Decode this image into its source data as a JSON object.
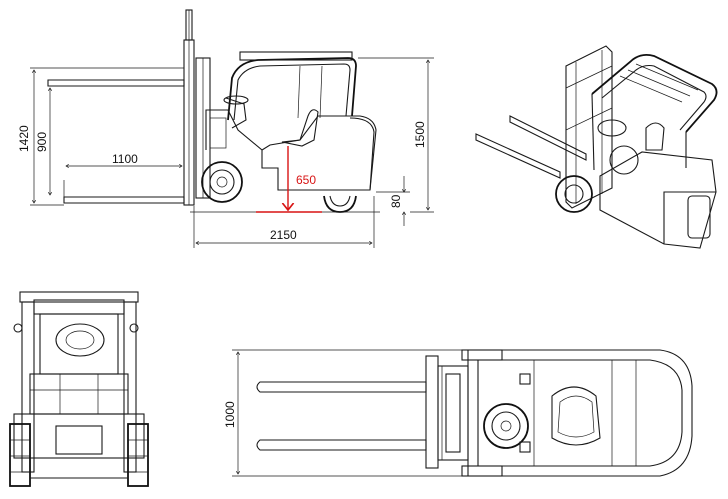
{
  "side_view": {
    "dim_total_height": "1420",
    "dim_fork_height": "900",
    "dim_overhead_guard": "1500",
    "dim_fork_length": "1100",
    "dim_seat_height": "650",
    "dim_ground_clearance": "80",
    "dim_total_length": "2150"
  },
  "top_view": {
    "dim_width": "1000"
  },
  "colors": {
    "line": "#1a1a1a",
    "highlight": "#d81414"
  }
}
